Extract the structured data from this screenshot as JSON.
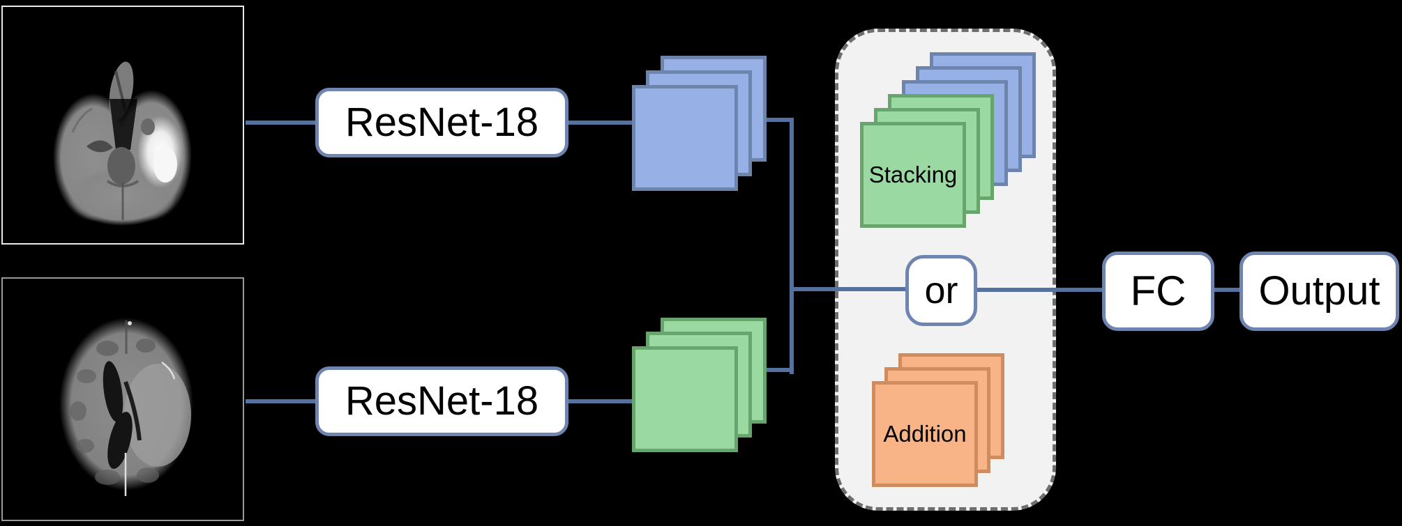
{
  "figure": {
    "background_color": "#000000",
    "connector_color": "#54719f",
    "box_border_color": "#6f85b0",
    "inputs": [
      {
        "id": "mri-top",
        "description": "Axial brain MRI slice with bright lesion (top input)"
      },
      {
        "id": "mri-bottom",
        "description": "Axial brain MRI slice with dark ventricles (bottom input)"
      }
    ],
    "encoders": [
      {
        "label": "ResNet-18"
      },
      {
        "label": "ResNet-18"
      }
    ],
    "feature_maps": [
      {
        "id": "top-branch",
        "layers": 3,
        "fill": "#97b0e6",
        "border": "#6d84ad"
      },
      {
        "id": "bottom-branch",
        "layers": 3,
        "fill": "#9ad9a1",
        "border": "#67a56d"
      }
    ],
    "fusion": {
      "container_fill": "#f2f2f2",
      "container_border": "#6e6e6e",
      "stacking_label": "Stacking",
      "stacking_layers": {
        "green": 3,
        "blue": 3
      },
      "or_label": "or",
      "addition_label": "Addition",
      "addition_layers": 3,
      "addition_fill": "#f8b387",
      "addition_border": "#cf8c5e"
    },
    "fc_label": "FC",
    "output_label": "Output"
  }
}
